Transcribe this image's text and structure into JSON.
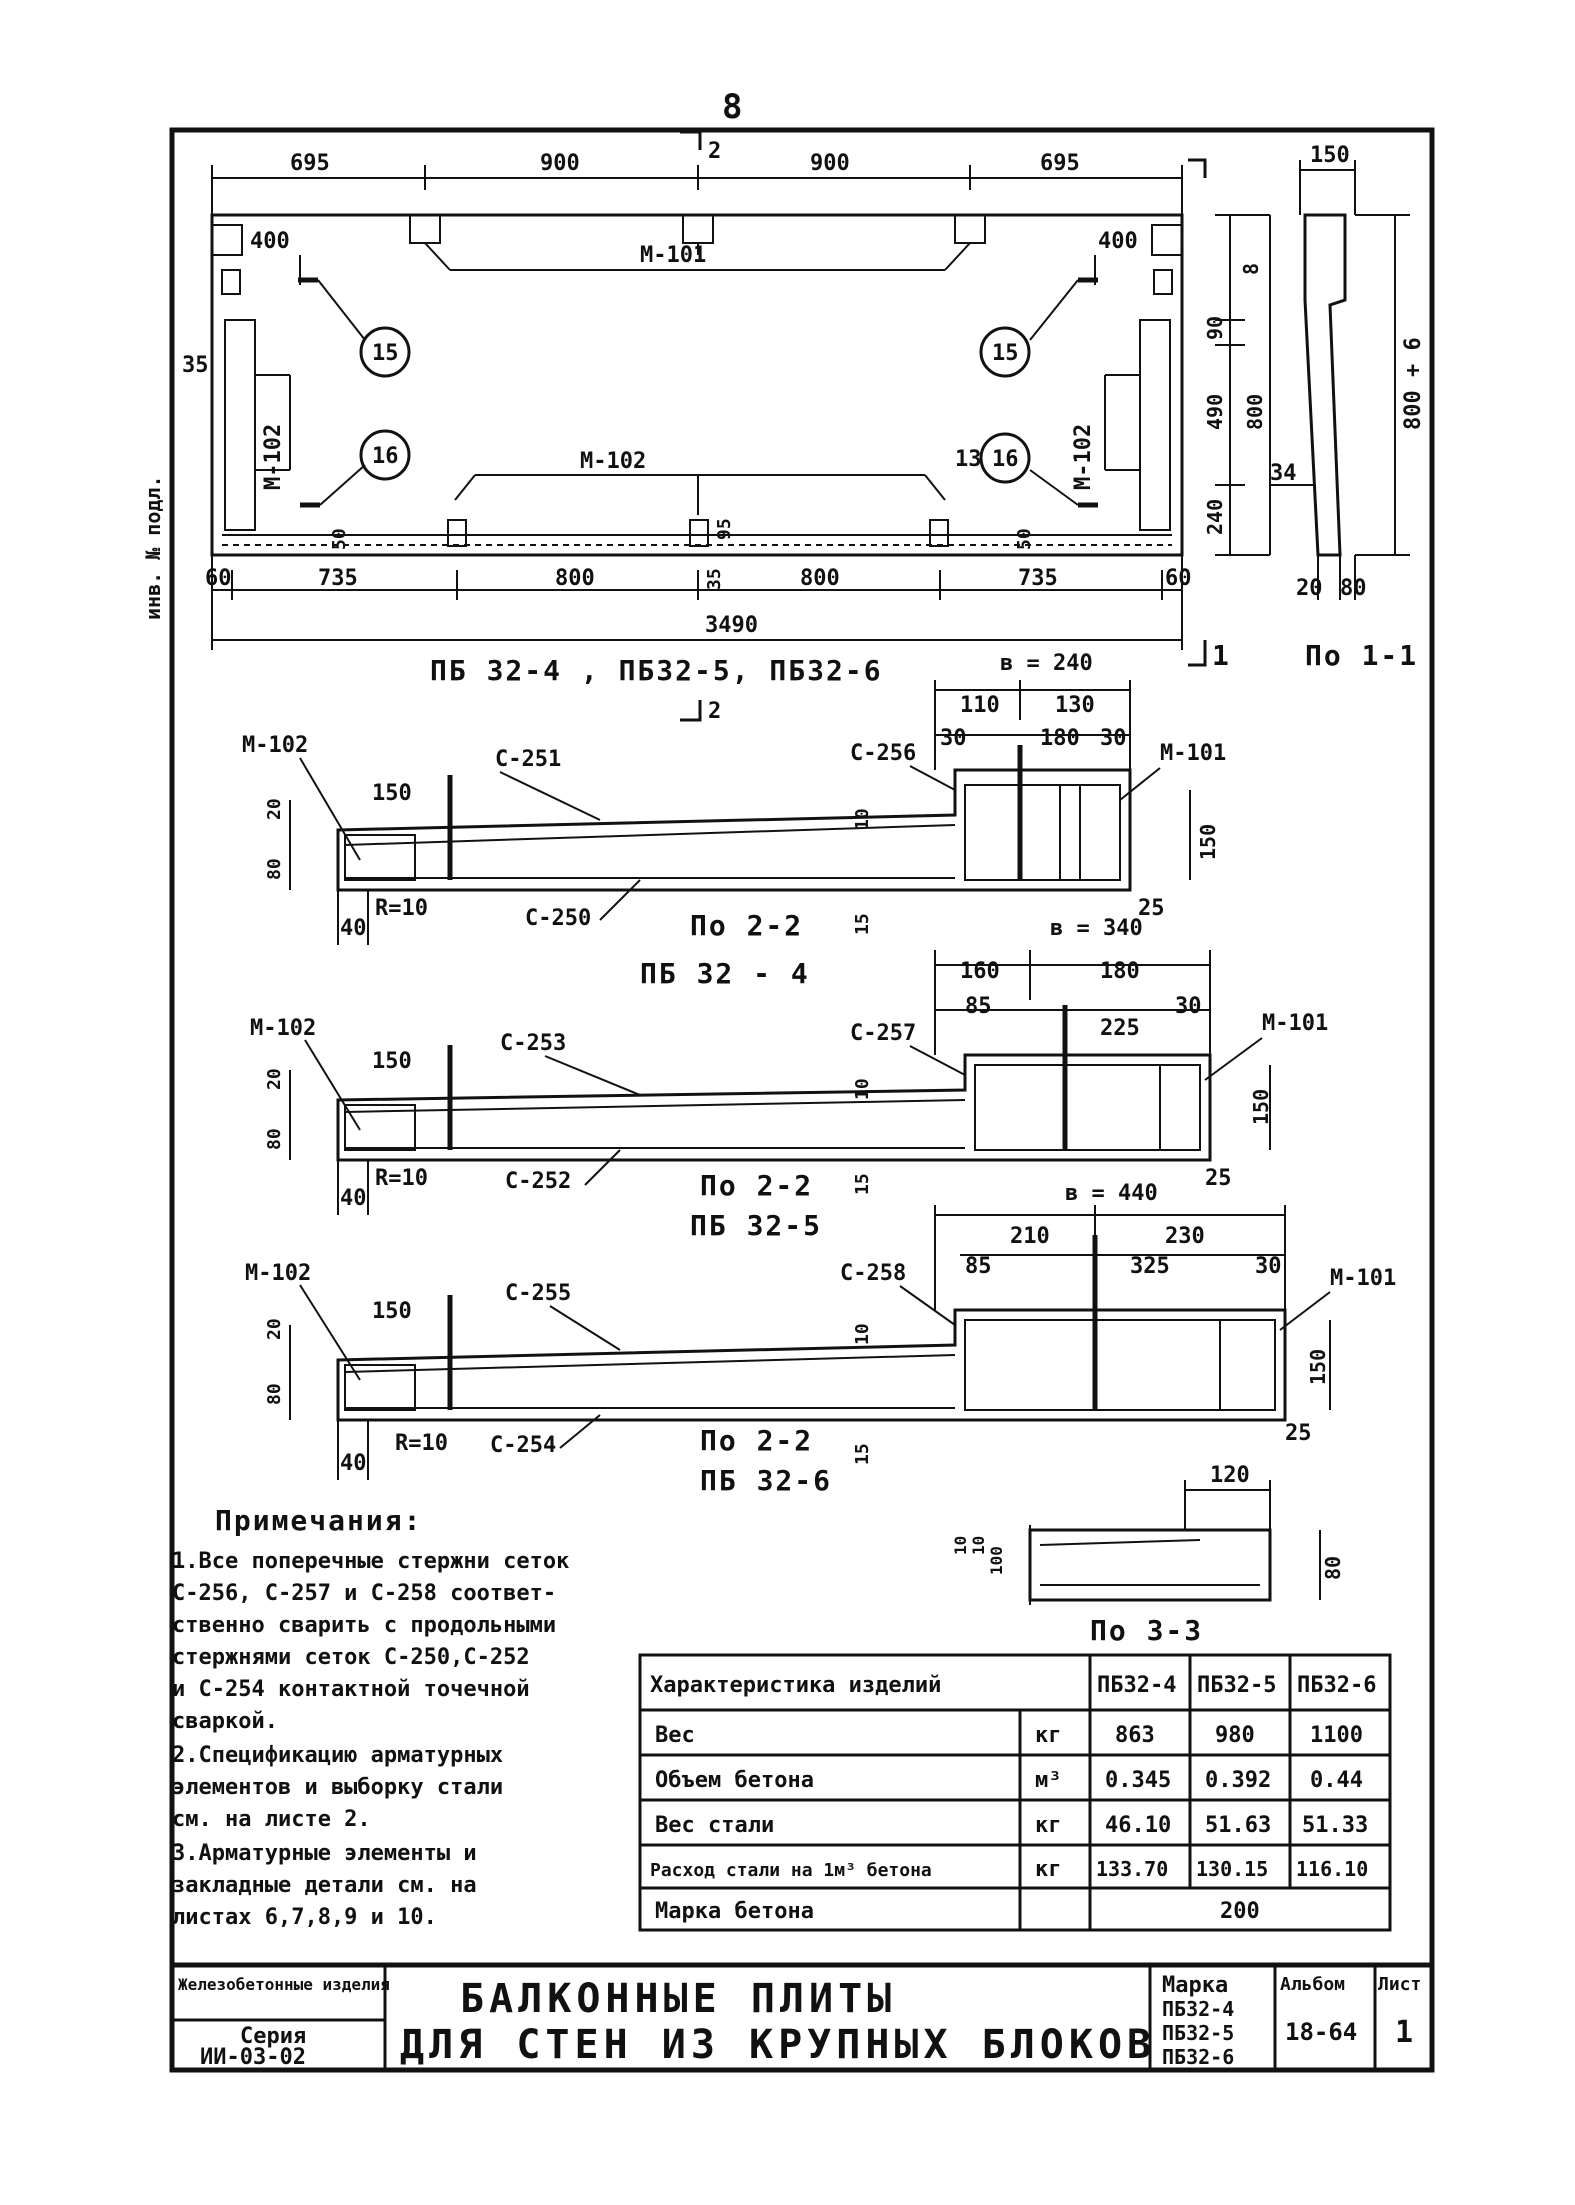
{
  "sheet_mark_top": "8",
  "plan": {
    "top_dims": [
      "695",
      "900",
      "900",
      "695"
    ],
    "cut_mark": "2",
    "embedded_top": "М-101",
    "embedded_bottom": "М-102",
    "embedded_left": "М-102",
    "embedded_right": "М-102",
    "left_400": "400",
    "right_400": "400",
    "callout_15": "15",
    "callout_16": "16",
    "small_35": "35",
    "small_95": "95",
    "small_13": "13",
    "small_50a": "50",
    "small_50b": "50",
    "small_35b": "35",
    "right_dims": [
      "90",
      "490",
      "240"
    ],
    "right_800": "800",
    "right_8": "8",
    "bottom_dims": [
      "60",
      "735",
      "800",
      "800",
      "735",
      "60"
    ],
    "total": "3490",
    "section_mark": "1",
    "caption": "ПБ 32-4 , ПБ32-5, ПБ32-6"
  },
  "section_11": {
    "top": "150",
    "dim_800_6": "800 + 6",
    "small_34": "34",
    "bot_a": "20",
    "bot_b": "80",
    "caption": "По 1-1"
  },
  "sections_22": [
    {
      "b": "в = 240",
      "top_split": [
        "110",
        "130"
      ],
      "top_row": [
        "30",
        "180",
        "30"
      ],
      "grid_top": "С-256",
      "top_bar": "С-251",
      "bottom_bar": "С-250",
      "left_mark": "М-102",
      "right_mark": "М-101",
      "dim_150": "150",
      "dim_20": "20",
      "dim_80": "80",
      "dim_10": "10",
      "dim_15": "15",
      "dim_40": "40",
      "dim_r": "R=10",
      "dim_h": "150",
      "dim_25": "25",
      "caption1": "По 2-2",
      "caption2": "ПБ 32 - 4"
    },
    {
      "b": "в = 340",
      "top_split": [
        "160",
        "180"
      ],
      "top_row": [
        "85",
        "225",
        "30"
      ],
      "grid_top": "С-257",
      "top_bar": "С-253",
      "bottom_bar": "С-252",
      "left_mark": "М-102",
      "right_mark": "М-101",
      "dim_150": "150",
      "dim_20": "20",
      "dim_80": "80",
      "dim_10": "10",
      "dim_15": "15",
      "dim_40": "40",
      "dim_r": "R=10",
      "dim_h": "150",
      "dim_25": "25",
      "caption1": "По 2-2",
      "caption2": "ПБ 32-5"
    },
    {
      "b": "в = 440",
      "top_split": [
        "210",
        "230"
      ],
      "top_row": [
        "85",
        "325",
        "30"
      ],
      "grid_top": "С-258",
      "top_bar": "С-255",
      "bottom_bar": "С-254",
      "left_mark": "М-102",
      "right_mark": "М-101",
      "dim_150": "150",
      "dim_20": "20",
      "dim_80": "80",
      "dim_10": "10",
      "dim_15": "15",
      "dim_40": "40",
      "dim_r": "R=10",
      "dim_h": "150",
      "dim_25": "25",
      "caption1": "По 2-2",
      "caption2": "ПБ 32-6"
    }
  ],
  "section_33": {
    "top": "120",
    "left_a": "10",
    "left_b": "10",
    "left_c": "100",
    "right": "80",
    "caption": "По 3-3"
  },
  "notes": {
    "title": "Примечания:",
    "lines": [
      "1.Все поперечные стержни сеток",
      "  С-256, С-257 и С-258 соответ-",
      "  ственно сварить с продольными",
      "  стержнями сеток С-250,С-252",
      "  и С-254 контактной точечной",
      "  сваркой.",
      "2.Спецификацию арматурных",
      "  элементов и выборку стали",
      "  см. на листе 2.",
      "3.Арматурные элементы и",
      "  закладные детали см. на",
      "  листах 6,7,8,9 и 10."
    ]
  },
  "table": {
    "header": [
      "Характеристика изделий",
      "",
      "ПБ32-4",
      "ПБ32-5",
      "ПБ32-6"
    ],
    "rows": [
      [
        "Вес",
        "кг",
        "863",
        "980",
        "1100"
      ],
      [
        "Объем бетона",
        "м³",
        "0.345",
        "0.392",
        "0.44"
      ],
      [
        "Вес стали",
        "кг",
        "46.10",
        "51.63",
        "51.33"
      ],
      [
        "Расход стали на 1м³ бетона",
        "кг",
        "133.70",
        "130.15",
        "116.10"
      ],
      [
        "Марка бетона",
        "",
        "200"
      ]
    ]
  },
  "title_block": {
    "left_top": "Железобетонные изделия",
    "left_series_label": "Серия",
    "left_series": "ИИ-03-02",
    "title_line1": "БАЛКОННЫЕ ПЛИТЫ",
    "title_line2": "ДЛЯ СТЕН ИЗ КРУПНЫХ БЛОКОВ",
    "mark_label": "Марка",
    "marks": [
      "ПБ32-4",
      "ПБ32-5",
      "ПБ32-6"
    ],
    "album_label": "Альбом",
    "album": "18-64",
    "sheet_label": "Лист",
    "sheet": "1"
  },
  "side_stamp": "инв. № подл."
}
